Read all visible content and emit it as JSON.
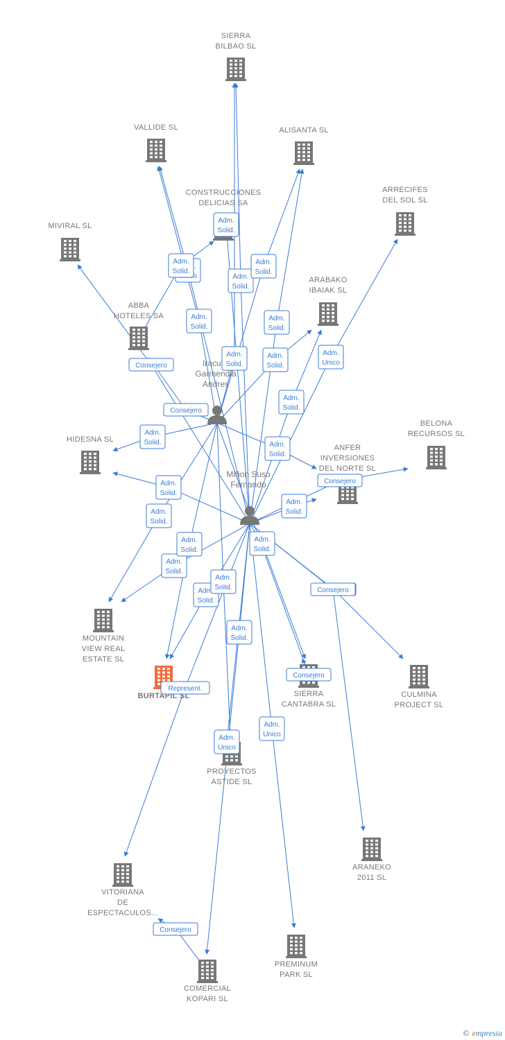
{
  "colors": {
    "edge": "#3a7bd5",
    "building": "#777777",
    "highlight": "#f26b3a",
    "person": "#777777"
  },
  "persons": [
    {
      "id": "iraculis",
      "lines": [
        "Iraculis",
        "Garmendia",
        "Andres"
      ]
    },
    {
      "id": "minon",
      "lines": [
        "Miñon Suso",
        "Fernando"
      ]
    }
  ],
  "companies": [
    {
      "id": "sierra_bilbao",
      "lines": [
        "SIERRA",
        "BILBAO SL"
      ],
      "highlight": false
    },
    {
      "id": "vallide",
      "lines": [
        "VALLIDE SL"
      ],
      "highlight": false
    },
    {
      "id": "alisanta",
      "lines": [
        "ALISANTA SL"
      ],
      "highlight": false
    },
    {
      "id": "construcciones",
      "lines": [
        "CONSTRUCCIONES",
        "DELICIAS SA"
      ],
      "highlight": false
    },
    {
      "id": "arrecifes",
      "lines": [
        "ARRECIFES",
        "DEL SOL SL"
      ],
      "highlight": false
    },
    {
      "id": "miviral",
      "lines": [
        "MIVIRAL  SL"
      ],
      "highlight": false
    },
    {
      "id": "arabako",
      "lines": [
        "ARABAKO",
        "IBAIAK SL"
      ],
      "highlight": false
    },
    {
      "id": "abba",
      "lines": [
        "ABBA",
        "HOTELES SA"
      ],
      "highlight": false
    },
    {
      "id": "belona",
      "lines": [
        "BELONA",
        "RECURSOS SL"
      ],
      "highlight": false
    },
    {
      "id": "hidesna",
      "lines": [
        "HIDESNA SL"
      ],
      "highlight": false
    },
    {
      "id": "anfer",
      "lines": [
        "ANFER",
        "INVERSIONES",
        "DEL NORTE  SL"
      ],
      "highlight": false
    },
    {
      "id": "mountain",
      "lines": [
        "MOUNTAIN",
        "VIEW REAL",
        "ESTATE SL"
      ],
      "highlight": false
    },
    {
      "id": "burtapil",
      "lines": [
        "BURTAPIL  SL"
      ],
      "highlight": true
    },
    {
      "id": "sierra_cantabra",
      "lines": [
        "SIERRA",
        "CANTABRA SL"
      ],
      "highlight": false
    },
    {
      "id": "culmina",
      "lines": [
        "CULMINA",
        "PROJECT SL"
      ],
      "highlight": false
    },
    {
      "id": "proyectos",
      "lines": [
        "PROYECTOS",
        "ASTIDE SL"
      ],
      "highlight": false
    },
    {
      "id": "araneko",
      "lines": [
        "ARANEKO",
        "2011 SL"
      ],
      "highlight": false
    },
    {
      "id": "vitoriana",
      "lines": [
        "VITORIANA",
        "DE",
        "ESPECTACULOS..."
      ],
      "highlight": false
    },
    {
      "id": "preminum",
      "lines": [
        "PREMINUM",
        "PARK SL"
      ],
      "highlight": false
    },
    {
      "id": "comercial",
      "lines": [
        "COMERCIAL",
        "KOPARI SL"
      ],
      "highlight": false
    }
  ],
  "edges": [
    {
      "from": "iraculis",
      "to": "sierra_bilbao",
      "label": [
        "Adm.",
        "Solid."
      ]
    },
    {
      "from": "minon",
      "to": "sierra_bilbao",
      "label": [
        "Adm.",
        "Solid."
      ]
    },
    {
      "from": "iraculis",
      "to": "vallide",
      "label": [
        "Adm.",
        "Solid."
      ]
    },
    {
      "from": "minon",
      "to": "vallide",
      "label": [
        "Adm.",
        "Unico"
      ]
    },
    {
      "from": "iraculis",
      "to": "alisanta",
      "label": [
        "Adm.",
        "Solid."
      ]
    },
    {
      "from": "minon",
      "to": "alisanta",
      "label": [
        "Adm.",
        "Solid."
      ]
    },
    {
      "from": "abba",
      "to": "construcciones",
      "label": [
        "Adm.",
        "Solid."
      ]
    },
    {
      "from": "minon",
      "to": "construcciones",
      "label": [
        "Adm.",
        "Solid."
      ]
    },
    {
      "from": "minon",
      "to": "arrecifes",
      "label": [
        "Adm.",
        "Unico"
      ]
    },
    {
      "from": "minon",
      "to": "miviral",
      "label": [
        "Consejero"
      ]
    },
    {
      "from": "iraculis",
      "to": "arabako",
      "label": [
        "Adm.",
        "Solid."
      ]
    },
    {
      "from": "minon",
      "to": "arabako",
      "label": [
        "Adm.",
        "Solid."
      ]
    },
    {
      "from": "iraculis",
      "to": "hidesna",
      "label": [
        "Adm.",
        "Solid."
      ]
    },
    {
      "from": "minon",
      "to": "hidesna",
      "label": [
        "Adm.",
        "Solid."
      ]
    },
    {
      "from": "iraculis",
      "to": "anfer",
      "label": [
        "Adm.",
        "Solid."
      ]
    },
    {
      "from": "minon",
      "to": "anfer",
      "label": [
        "Adm.",
        "Solid."
      ]
    },
    {
      "from": "minon",
      "to": "belona",
      "label": [
        "Consejero"
      ]
    },
    {
      "from": "iraculis",
      "to": "mountain",
      "label": [
        "Adm.",
        "Solid."
      ]
    },
    {
      "from": "minon",
      "to": "mountain",
      "label": [
        "Adm.",
        "Solid."
      ]
    },
    {
      "from": "iraculis",
      "to": "burtapil",
      "label": [
        "Adm.",
        "Solid."
      ]
    },
    {
      "from": "minon",
      "to": "burtapil",
      "label": [
        "Adm.",
        "Solid."
      ]
    },
    {
      "from": "iraculis",
      "to": "sierra_cantabra",
      "label": [
        "Consejero"
      ]
    },
    {
      "from": "minon",
      "to": "sierra_cantabra",
      "label": [
        "Adm.",
        "Solid."
      ]
    },
    {
      "from": "minon",
      "to": "culmina",
      "label": [
        "Consejero"
      ]
    },
    {
      "from": "iraculis",
      "to": "proyectos",
      "label": [
        "Adm.",
        "Solid."
      ]
    },
    {
      "from": "minon",
      "to": "proyectos",
      "label": [
        "Adm.",
        "Unico"
      ]
    },
    {
      "from": "minon",
      "to": "araneko",
      "label": [
        "Consejero"
      ]
    },
    {
      "from": "minon",
      "to": "vitoriana",
      "label": [
        "Represent."
      ]
    },
    {
      "from": "minon",
      "to": "preminum",
      "label": [
        "Adm.",
        "Unico"
      ]
    },
    {
      "from": "comercial",
      "to": "vitoriana",
      "label": [
        "Consejero"
      ]
    },
    {
      "from": "minon",
      "to": "comercial",
      "label": [
        "Adm.",
        "Solid."
      ]
    },
    {
      "from": "iraculis",
      "to": "abba",
      "label": [
        "Consejero"
      ]
    }
  ],
  "brand": {
    "copyright": "©",
    "name_initial": "e",
    "name_rest": "mpresia"
  }
}
